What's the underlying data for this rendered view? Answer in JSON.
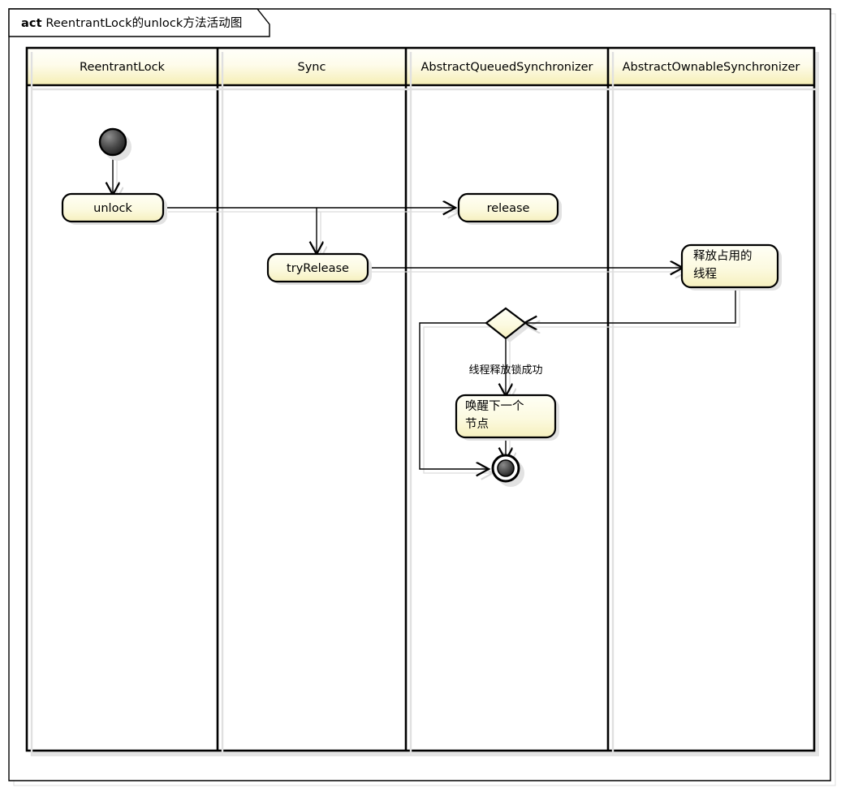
{
  "diagram": {
    "kind_keyword": "act",
    "title": "ReentrantLock的unlock方法活动图",
    "type": "uml-activity-diagram",
    "colors": {
      "node_fill_top": "#FEFEF0",
      "node_fill_bottom": "#F7F3C8",
      "node_stroke": "#000000",
      "lane_header_fill_top": "#FFFFF4",
      "lane_header_fill_bottom": "#F7F2C0",
      "lane_body_fill": "#FFFFFF",
      "frame_stroke": "#000000",
      "shadow": "#D8D8D8",
      "text": "#000000"
    }
  },
  "swimlanes": [
    {
      "id": "lane-reentrantlock",
      "title": "ReentrantLock"
    },
    {
      "id": "lane-sync",
      "title": "Sync"
    },
    {
      "id": "lane-aqs",
      "title": "AbstractQueuedSynchronizer"
    },
    {
      "id": "lane-aos",
      "title": "AbstractOwnableSynchronizer"
    }
  ],
  "nodes": [
    {
      "id": "start",
      "type": "initial-node",
      "lane": "lane-reentrantlock",
      "label": ""
    },
    {
      "id": "unlock",
      "type": "action",
      "lane": "lane-reentrantlock",
      "label": "unlock"
    },
    {
      "id": "release",
      "type": "action",
      "lane": "lane-aqs",
      "label": "release"
    },
    {
      "id": "tryrelease",
      "type": "action",
      "lane": "lane-sync",
      "label": "tryRelease"
    },
    {
      "id": "release-thread",
      "type": "action",
      "lane": "lane-aos",
      "label": "释放占用的\n线程",
      "line1": "释放占用的",
      "line2": "线程"
    },
    {
      "id": "decision",
      "type": "decision",
      "lane": "lane-aqs",
      "label": ""
    },
    {
      "id": "wake-next",
      "type": "action",
      "lane": "lane-aqs",
      "label": "唤醒下一个\n节点",
      "line1": "唤醒下一个",
      "line2": "节点"
    },
    {
      "id": "end",
      "type": "final-node",
      "lane": "lane-aqs",
      "label": ""
    }
  ],
  "edges": [
    {
      "id": "edge-start-unlock",
      "from": "start",
      "to": "unlock",
      "label": ""
    },
    {
      "id": "edge-unlock-release",
      "from": "unlock",
      "to": "release",
      "label": ""
    },
    {
      "id": "edge-unlock-tryrelease",
      "from": "unlock",
      "to": "tryrelease",
      "label": ""
    },
    {
      "id": "edge-tryrelease-releasethread",
      "from": "tryrelease",
      "to": "release-thread",
      "label": ""
    },
    {
      "id": "edge-releasethread-decision",
      "from": "release-thread",
      "to": "decision",
      "label": ""
    },
    {
      "id": "edge-decision-wakenext",
      "from": "decision",
      "to": "wake-next",
      "label": "线程释放锁成功"
    },
    {
      "id": "edge-wakenext-end",
      "from": "wake-next",
      "to": "end",
      "label": ""
    },
    {
      "id": "edge-decision-end",
      "from": "decision",
      "to": "end",
      "label": ""
    }
  ]
}
